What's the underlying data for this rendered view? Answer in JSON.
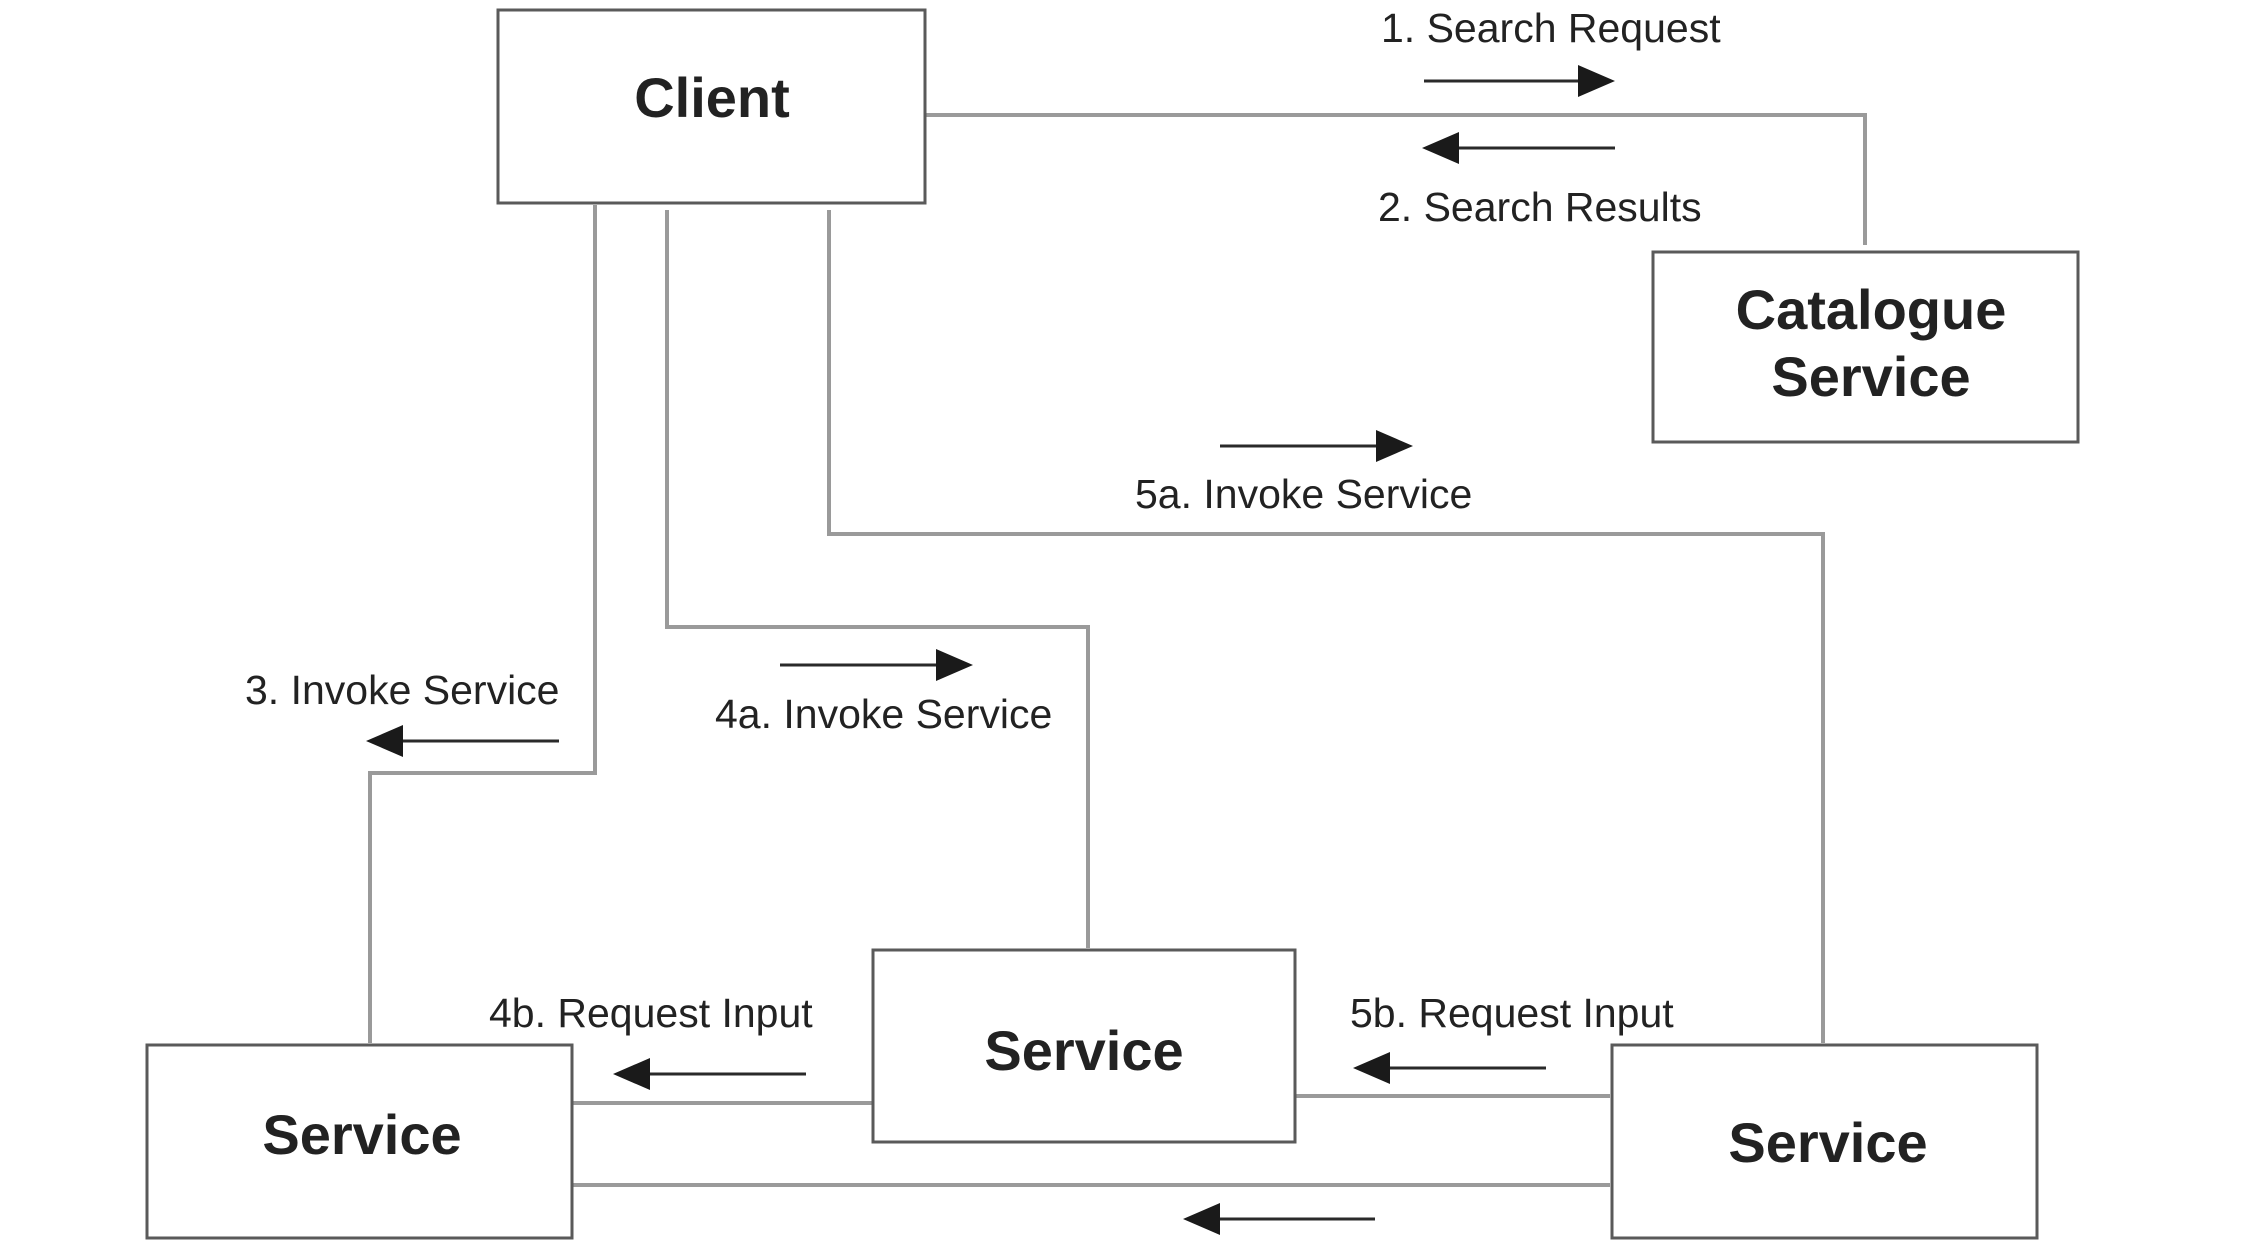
{
  "nodes": {
    "client": "Client",
    "catalogue_line1": "Catalogue",
    "catalogue_line2": "Service",
    "service_left": "Service",
    "service_middle": "Service",
    "service_right": "Service"
  },
  "edges": {
    "search_request": "1. Search Request",
    "search_results": "2. Search Results",
    "invoke_3": "3. Invoke Service",
    "invoke_4a": "4a. Invoke Service",
    "invoke_5a": "5a. Invoke Service",
    "request_input_4b": "4b. Request Input",
    "request_input_5b": "5b. Request Input"
  },
  "colors": {
    "box_stroke": "#5a5a5a",
    "connector": "#9a9a9a",
    "arrow": "#1a1a1a",
    "text": "#222222"
  }
}
